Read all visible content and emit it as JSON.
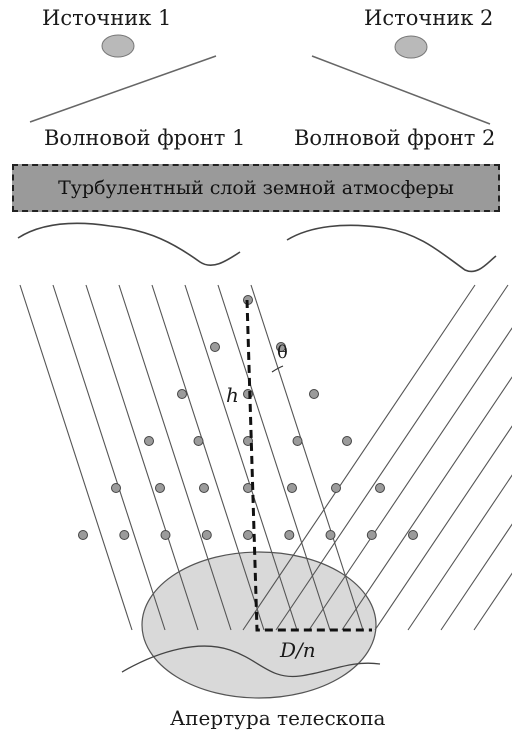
{
  "labels": {
    "source1": "Источник 1",
    "source2": "Источник 2",
    "wavefront1": "Волновой фронт 1",
    "wavefront2": "Волновой фронт 2",
    "turbulent_layer": "Турбулентный слой земной атмосферы",
    "height": "h",
    "angle": "θ",
    "aperture_ratio": "D/n",
    "aperture": "Апертура телескопа"
  },
  "colors": {
    "source_fill": "#b9b9b9",
    "layer_fill": "#9a9a9a",
    "ray": "#555555",
    "node_fill": "#9b9b9b",
    "aperture_fill": "#d9d9d9",
    "dashed": "#111111"
  },
  "grid": {
    "ray_count": 8,
    "node_rows": 6
  }
}
